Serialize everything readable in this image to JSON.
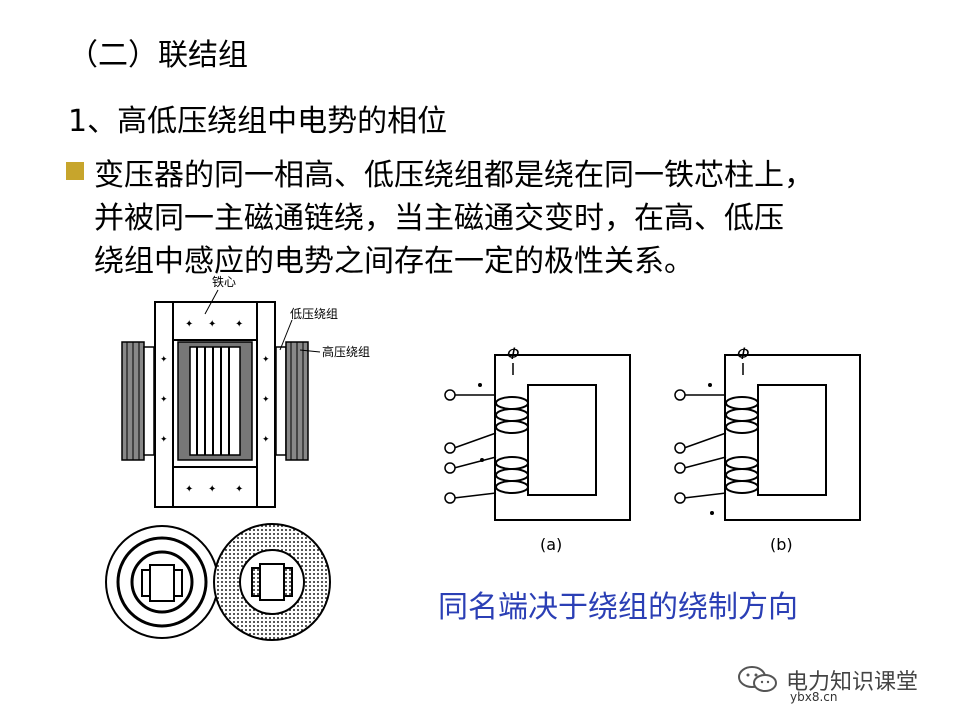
{
  "slide": {
    "heading": "（二）联结组",
    "subheading": "1、高低压绕组中电势的相位",
    "bullet_lines": [
      "变压器的同一相高、低压绕组都是绕在同一铁芯柱上，",
      "并被同一主磁通链绕，当主磁通交变时，在高、低压",
      "绕组中感应的电势之间存在一定的极性关系。"
    ],
    "caption": "同名端决于绕组的绕制方向",
    "accent_color": "#c7a52c",
    "caption_color": "#2b3fb5"
  },
  "figure_core": {
    "label_core": "铁心",
    "label_low": "低压绕组",
    "label_high": "高压绕组"
  },
  "figure_a": {
    "label": "(a)",
    "flux_symbol": "Φ"
  },
  "figure_b": {
    "label": "(b)",
    "flux_symbol": "Φ"
  },
  "watermark": {
    "text": "电力知识课堂",
    "sub": "ybx8.cn"
  }
}
